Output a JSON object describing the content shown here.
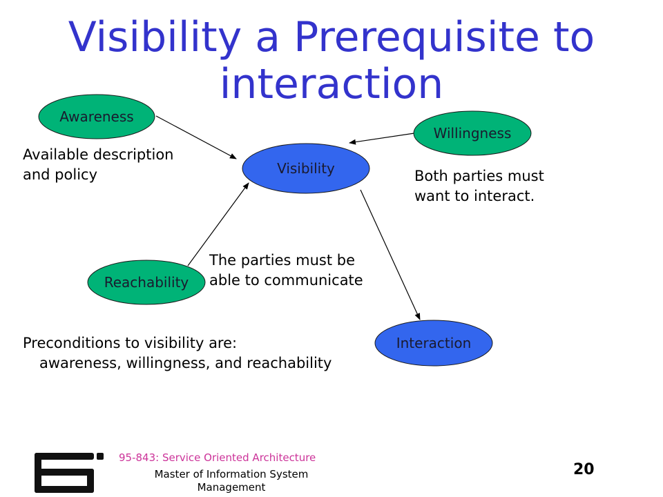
{
  "slide": {
    "title_lines": [
      "Visibility a Prerequisite to",
      "interaction"
    ],
    "page_number": "20"
  },
  "diagram": {
    "nodes": {
      "awareness": "Awareness",
      "willingness": "Willingness",
      "visibility": "Visibility",
      "reachability": "Reachability",
      "interaction": "Interaction"
    },
    "colors": {
      "green_node": "#00b377",
      "blue_node": "#3366ee",
      "title": "#3333cc",
      "footer_course": "#cc3399"
    }
  },
  "notes": {
    "awareness_desc": [
      "Available description",
      "and policy"
    ],
    "willingness_desc": [
      "Both parties must",
      "want to interact."
    ],
    "reachability_desc": [
      "The parties must be",
      "able to communicate"
    ],
    "preconditions": [
      "Preconditions to visibility are:",
      "awareness, willingness, and reachability"
    ]
  },
  "footer": {
    "course": "95-843: Service Oriented Architecture",
    "program_lines": [
      "Master of Information System",
      "Management"
    ]
  }
}
